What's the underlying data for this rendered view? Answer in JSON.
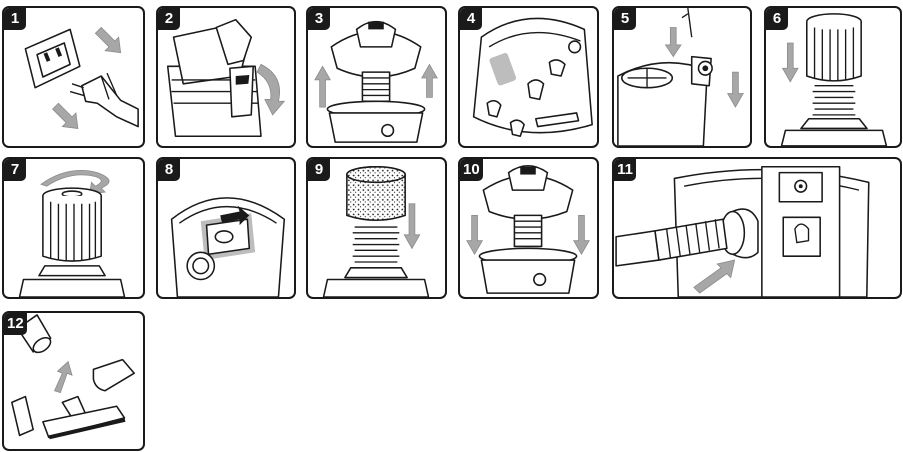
{
  "steps": [
    {
      "number": "1",
      "name": "unplug"
    },
    {
      "number": "2",
      "name": "release-latches"
    },
    {
      "number": "3",
      "name": "lift-powerhead"
    },
    {
      "number": "4",
      "name": "remove-accessories"
    },
    {
      "number": "5",
      "name": "install-float"
    },
    {
      "number": "6",
      "name": "install-filter"
    },
    {
      "number": "7",
      "name": "tighten-filter"
    },
    {
      "number": "8",
      "name": "install-bag"
    },
    {
      "number": "9",
      "name": "install-foam-sleeve"
    },
    {
      "number": "10",
      "name": "replace-powerhead"
    },
    {
      "number": "11",
      "name": "connect-hose"
    },
    {
      "number": "12",
      "name": "attach-nozzles"
    }
  ],
  "colors": {
    "line": "#1a1a1a",
    "arrow": "#a7a7a7",
    "panel_bg": "#ffffff"
  }
}
